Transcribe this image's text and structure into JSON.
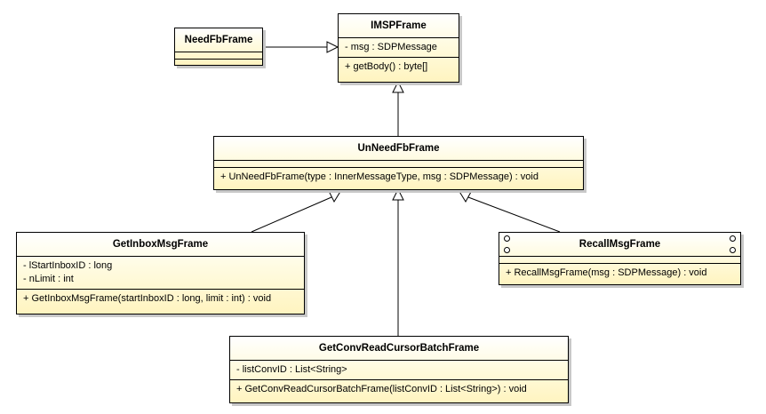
{
  "classes": {
    "imspframe": {
      "name": "IMSPFrame",
      "attributes": [
        "- msg : SDPMessage"
      ],
      "operations": [
        "+ getBody() : byte[]"
      ]
    },
    "needfbframe": {
      "name": "NeedFbFrame",
      "attributes": [],
      "operations": []
    },
    "unneedfbframe": {
      "name": "UnNeedFbFrame",
      "attributes": [],
      "operations": [
        "+ UnNeedFbFrame(type : InnerMessageType, msg : SDPMessage) : void"
      ]
    },
    "getinboxmsgframe": {
      "name": "GetInboxMsgFrame",
      "attributes": [
        "- lStartInboxID : long",
        "- nLimit : int"
      ],
      "operations": [
        "+ GetInboxMsgFrame(startInboxID : long, limit : int) : void"
      ]
    },
    "recallmsgframe": {
      "name": "RecallMsgFrame",
      "attributes": [],
      "operations": [
        "+ RecallMsgFrame(msg : SDPMessage) : void"
      ]
    },
    "getconvreadcursorbatchframe": {
      "name": "GetConvReadCursorBatchFrame",
      "attributes": [
        "- listConvID : List<String>"
      ],
      "operations": [
        "+ GetConvReadCursorBatchFrame(listConvID : List<String>) : void"
      ]
    }
  },
  "relations": [
    {
      "from": "needfbframe",
      "to": "imspframe",
      "type": "generalization"
    },
    {
      "from": "unneedfbframe",
      "to": "imspframe",
      "type": "generalization"
    },
    {
      "from": "getinboxmsgframe",
      "to": "unneedfbframe",
      "type": "generalization"
    },
    {
      "from": "getconvreadcursorbatchframe",
      "to": "unneedfbframe",
      "type": "generalization"
    },
    {
      "from": "recallmsgframe",
      "to": "unneedfbframe",
      "type": "generalization"
    }
  ]
}
